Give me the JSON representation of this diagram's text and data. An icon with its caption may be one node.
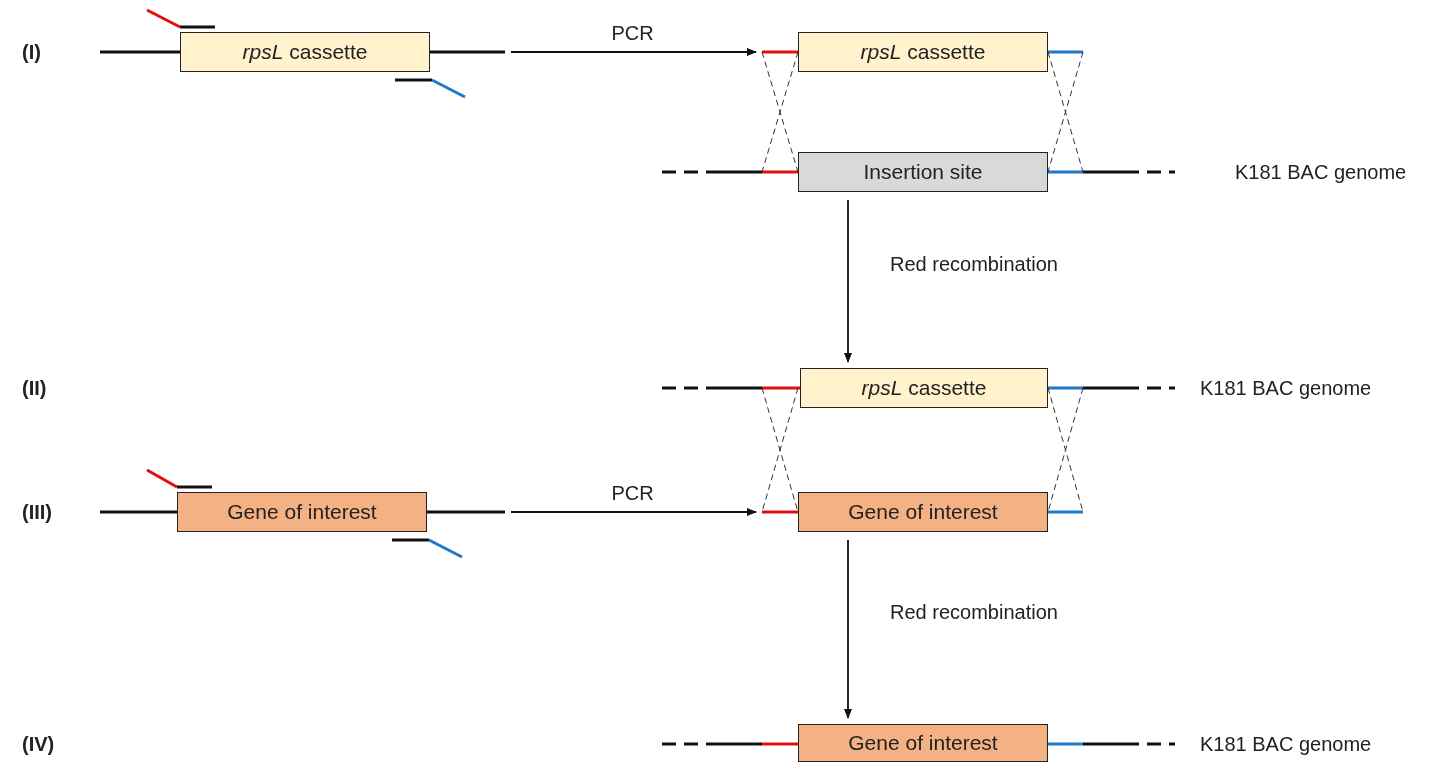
{
  "diagram": {
    "nodes": [
      {
        "text": [
          "*rpsL* cassette"
        ]
      },
      {
        "text": [
          "*rpsL* cassette"
        ]
      },
      {
        "text": [
          "Insertion site"
        ]
      },
      {
        "text": [
          "*rpsL* cassette"
        ]
      },
      {
        "text": [
          "Gene of interest"
        ]
      },
      {
        "text": [
          "Gene of interest"
        ]
      },
      {
        "text": [
          "Gene of interest"
        ]
      }
    ],
    "edges": [
      {
        "from": 0,
        "to": 1,
        "arrow": "to",
        "label": "PCR"
      },
      {
        "from": 2,
        "to": 3,
        "arrow": "to",
        "label": "Red recombination"
      },
      {
        "from": 4,
        "to": 5,
        "arrow": "to",
        "label": "PCR"
      },
      {
        "from": 5,
        "to": 6,
        "arrow": "to",
        "label": "Red recombination"
      }
    ],
    "labels": [
      "(I)",
      "K181 BAC genome",
      "(II)",
      "K181 BAC genome",
      "(III)",
      "(IV)",
      "K181 BAC genome"
    ]
  }
}
